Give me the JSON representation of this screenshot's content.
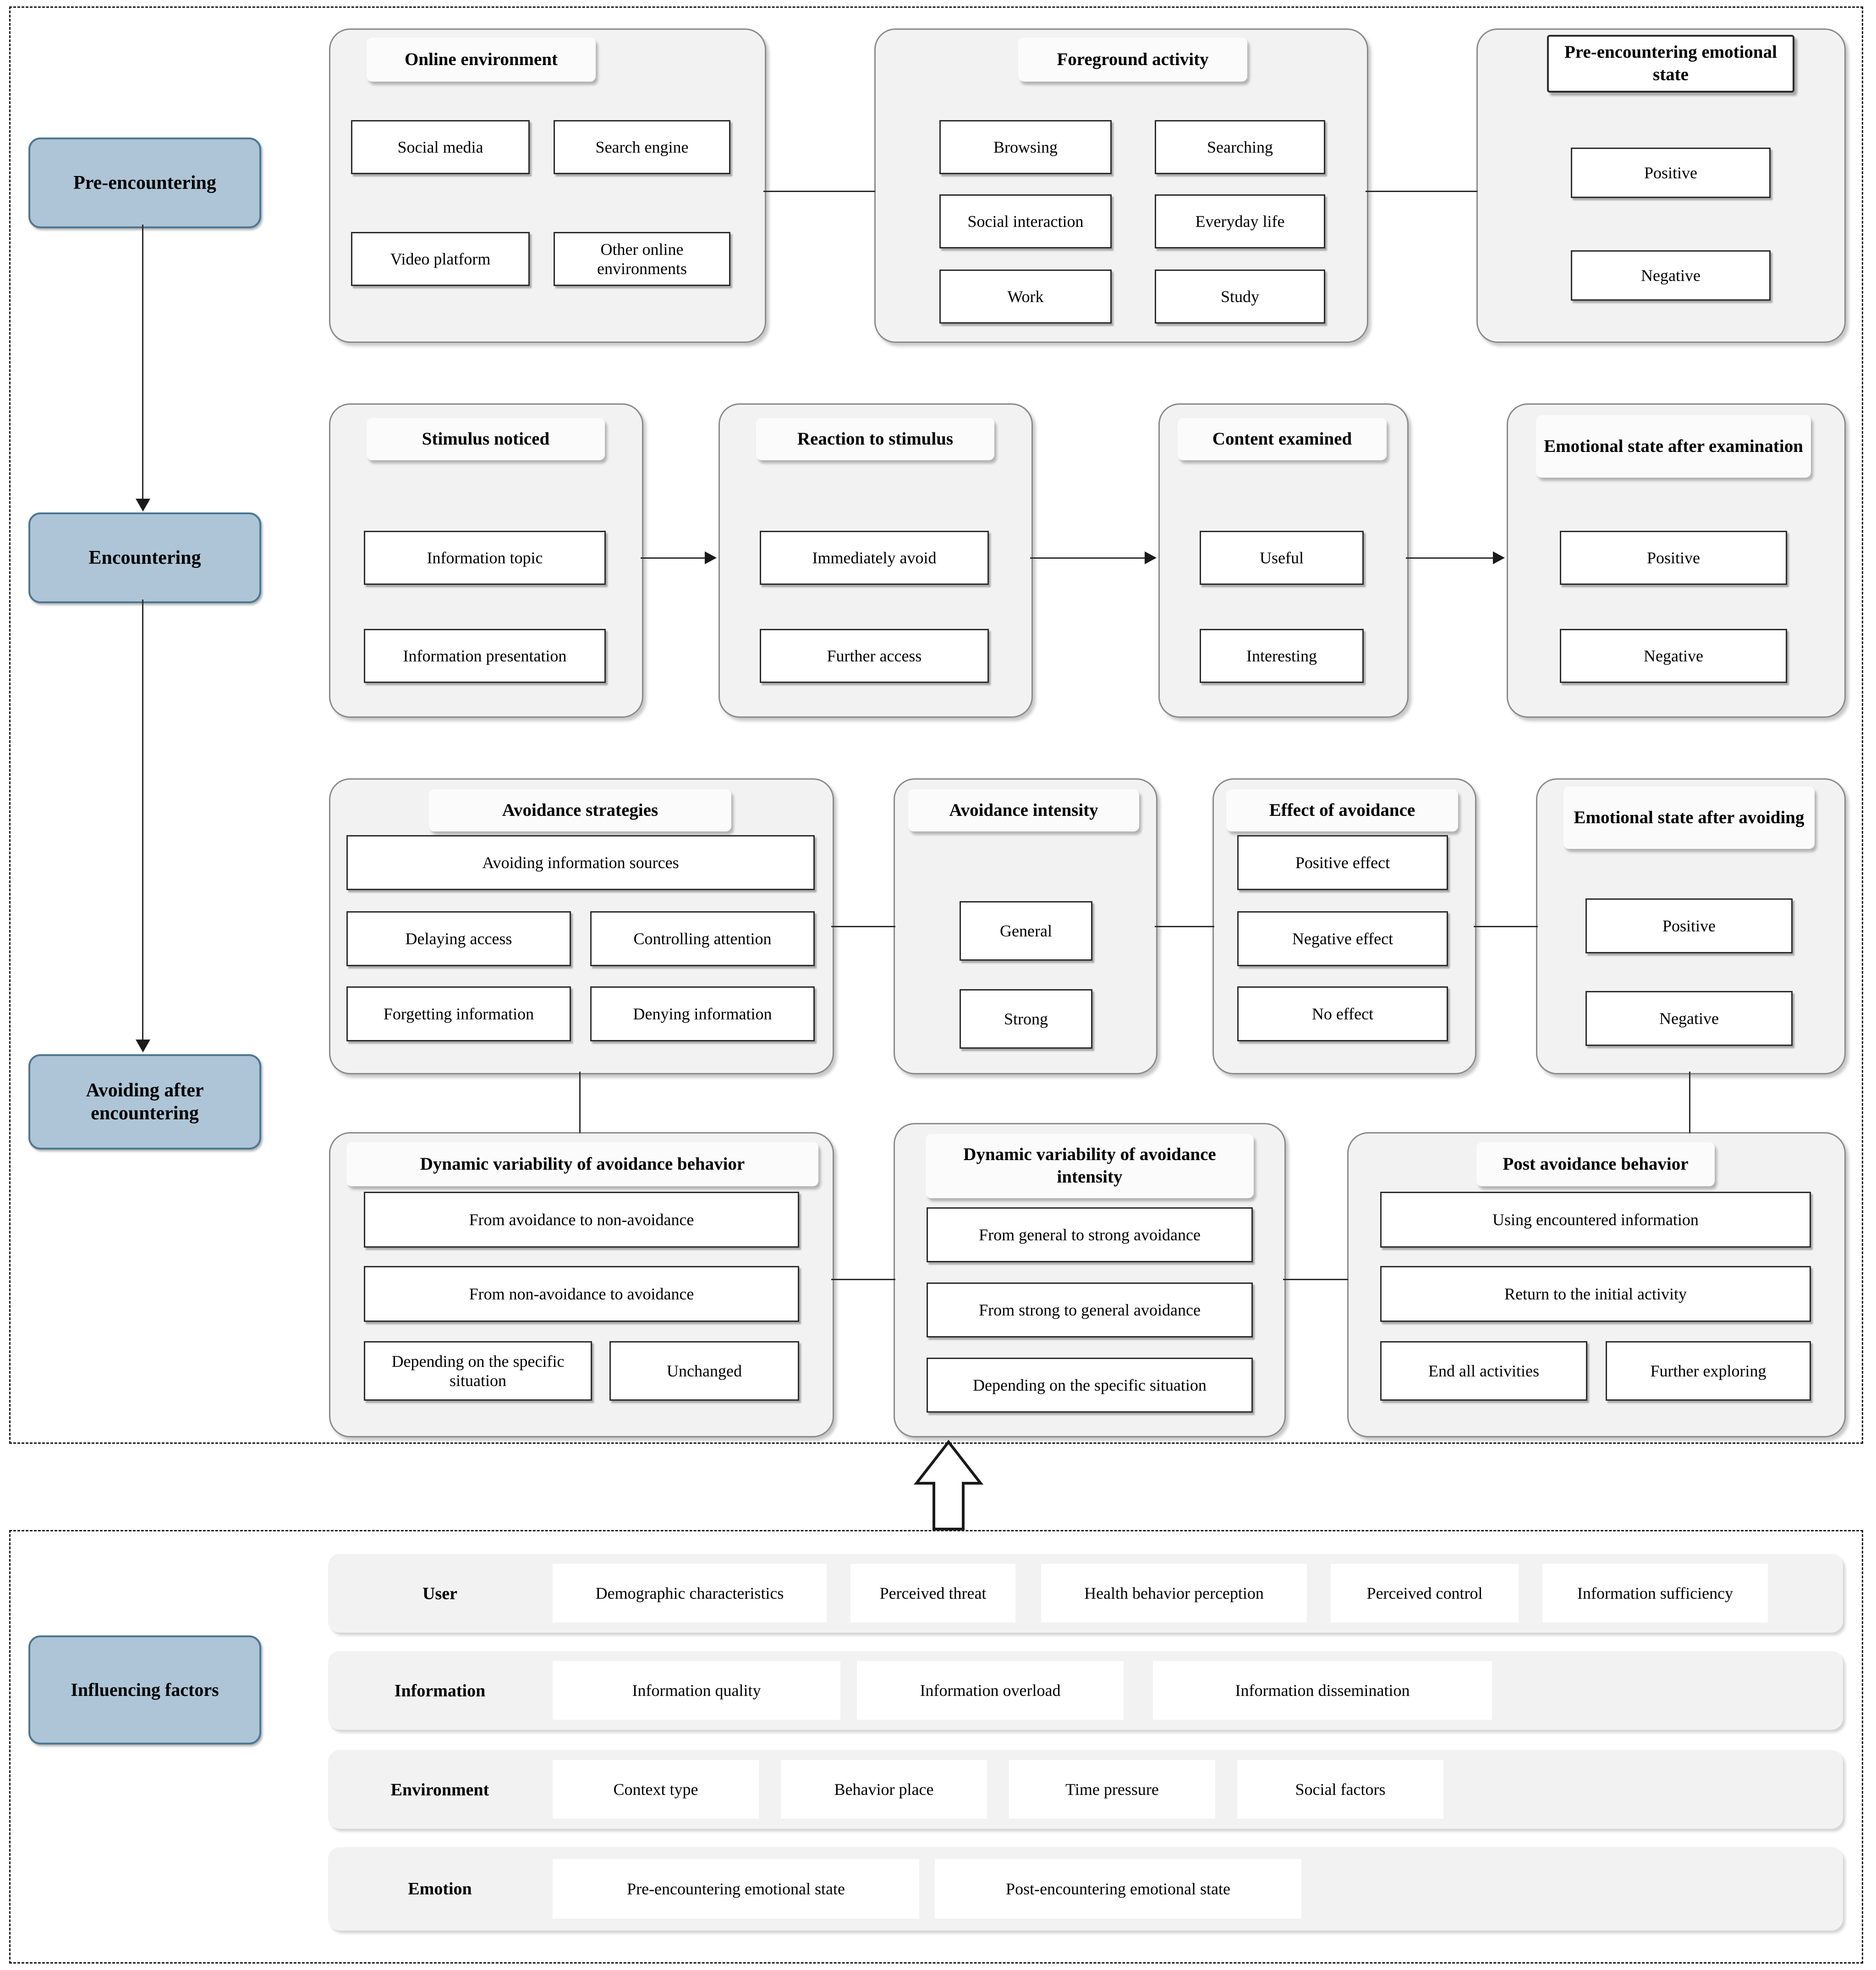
{
  "stages": [
    {
      "id": "pre-encountering",
      "label": "Pre-encountering"
    },
    {
      "id": "encountering",
      "label": "Encountering"
    },
    {
      "id": "avoiding-after-encountering",
      "label": "Avoiding after\nencountering"
    }
  ],
  "row_pre": [
    {
      "id": "online-environment",
      "title": "Online environment",
      "items": [
        "Social media",
        "Search engine",
        "Video platform",
        "Other online environments"
      ]
    },
    {
      "id": "foreground-activity",
      "title": "Foreground activity",
      "items": [
        "Browsing",
        "Searching",
        "Social interaction",
        "Everyday life",
        "Work",
        "Study"
      ]
    },
    {
      "id": "pre-encountering-emotional-state",
      "title": "Pre-encountering emotional state",
      "items": [
        "Positive",
        "Negative"
      ]
    }
  ],
  "row_encountering": [
    {
      "id": "stimulus-noticed",
      "title": "Stimulus noticed",
      "items": [
        "Information topic",
        "Information presentation"
      ]
    },
    {
      "id": "reaction-to-stimulus",
      "title": "Reaction to stimulus",
      "items": [
        "Immediately avoid",
        "Further access"
      ]
    },
    {
      "id": "content-examined",
      "title": "Content examined",
      "items": [
        "Useful",
        "Interesting"
      ]
    },
    {
      "id": "emotional-state-after-examination",
      "title": "Emotional state after examination",
      "items": [
        "Positive",
        "Negative"
      ]
    }
  ],
  "row_avoiding_top": [
    {
      "id": "avoidance-strategies",
      "title": "Avoidance strategies",
      "items": [
        "Avoiding information sources",
        "Delaying access",
        "Controlling attention",
        "Forgetting information",
        "Denying information"
      ]
    },
    {
      "id": "avoidance-intensity",
      "title": "Avoidance intensity",
      "items": [
        "General",
        "Strong"
      ]
    },
    {
      "id": "effect-of-avoidance",
      "title": "Effect of avoidance",
      "items": [
        "Positive effect",
        "Negative effect",
        "No effect"
      ]
    },
    {
      "id": "emotional-state-after-avoiding",
      "title": "Emotional state after avoiding",
      "items": [
        "Positive",
        "Negative"
      ]
    }
  ],
  "row_avoiding_bottom": [
    {
      "id": "dynamic-variability-of-avoidance-behavior",
      "title": "Dynamic variability of avoidance behavior",
      "items": [
        "From avoidance to non-avoidance",
        "From non-avoidance to avoidance",
        "Depending on the specific situation",
        "Unchanged"
      ]
    },
    {
      "id": "dynamic-variability-of-avoidance-intensity",
      "title": "Dynamic variability of avoidance intensity",
      "items": [
        "From general  to strong avoidance",
        "From strong  to general avoidance",
        "Depending on the specific situation"
      ]
    },
    {
      "id": "post-avoidance-behavior",
      "title": "Post avoidance behavior",
      "items": [
        "Using encountered information",
        "Return to the initial activity",
        "End all activities",
        "Further exploring"
      ]
    }
  ],
  "influencing_factors": {
    "label": "Influencing factors",
    "rows": [
      {
        "id": "user",
        "label": "User",
        "chips": [
          "Demographic characteristics",
          "Perceived threat",
          "Health behavior perception",
          "Perceived control",
          "Information sufficiency"
        ]
      },
      {
        "id": "information",
        "label": "Information",
        "chips": [
          "Information quality",
          "Information overload",
          "Information dissemination"
        ]
      },
      {
        "id": "environment",
        "label": "Environment",
        "chips": [
          "Context type",
          "Behavior place",
          "Time pressure",
          "Social factors"
        ]
      },
      {
        "id": "emotion",
        "label": "Emotion",
        "chips": [
          "Pre-encountering emotional state",
          "Post-encountering emotional state"
        ]
      }
    ]
  },
  "colors": {
    "stage_fill": "#adc5d6",
    "stage_border": "#4d7793",
    "group_fill": "#f2f2f2",
    "group_border": "#8a8a8a",
    "item_fill": "#ffffff",
    "item_border": "#2b2b2b",
    "connector": "#2b2b2b"
  }
}
